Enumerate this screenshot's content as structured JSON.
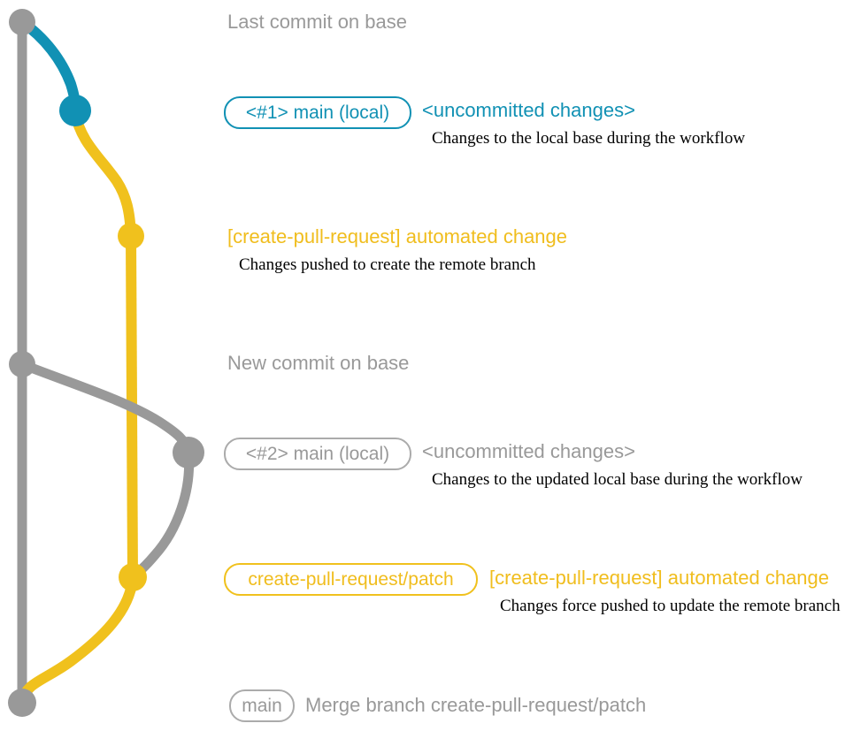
{
  "colors": {
    "branch_base_gray": "#999999",
    "branch_local_teal": "#1191b4",
    "branch_patch_gold": "#f0c11d",
    "note_text": "#000000",
    "background": "#ffffff"
  },
  "graph": {
    "branches": [
      {
        "name": "base",
        "color": "#999999"
      },
      {
        "name": "main-local",
        "color": "#1191b4"
      },
      {
        "name": "create-pull-request-patch",
        "color": "#f0c11d"
      }
    ],
    "commit_count": 7
  },
  "rows": [
    {
      "label": "Last commit on base"
    },
    {
      "badge": "<#1> main (local)",
      "tag": "<uncommitted changes>",
      "note": "Changes to the local base during the workflow"
    },
    {
      "heading": "[create-pull-request] automated change",
      "note": "Changes pushed to create the remote branch"
    },
    {
      "label": "New commit on base"
    },
    {
      "badge": "<#2> main (local)",
      "tag": "<uncommitted changes>",
      "note": "Changes to the updated local base during the workflow"
    },
    {
      "badge": "create-pull-request/patch",
      "heading": "[create-pull-request] automated change",
      "note": "Changes force pushed to update the remote branch"
    },
    {
      "badge": "main",
      "label": "Merge branch create-pull-request/patch"
    }
  ]
}
